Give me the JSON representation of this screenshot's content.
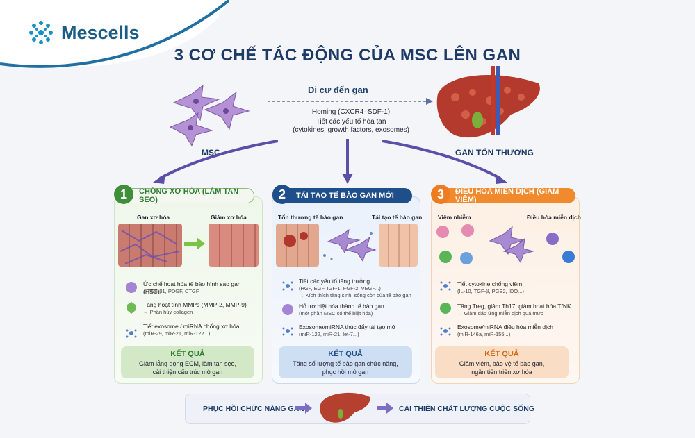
{
  "brand": {
    "name": "Mescells"
  },
  "title": "3 CƠ CHẾ TÁC ĐỘNG CỦA MSC LÊN GAN",
  "flow": {
    "migrate": "Di cư đến gan",
    "homing": "Homing (CXCR4–SDF-1)",
    "secrete_1": "Tiết các yếu tố hòa tan",
    "secrete_2": "(cytokines, growth factors, exosomes)",
    "msc": "MSC",
    "liver": "GAN TỔN THƯƠNG"
  },
  "panels": [
    {
      "num": "1",
      "header": "CHỐNG XƠ HÓA (LÀM TAN SẸO)",
      "left_label": "Gan xơ hóa",
      "right_label": "Giảm xơ hóa",
      "items": [
        {
          "t": "Ức chế hoạt hóa tế bào hình sao gan (HSC)",
          "s": "↓ TGF-β1, PDGF, CTGF"
        },
        {
          "t": "Tăng hoạt tính MMPs (MMP-2, MMP-9)",
          "s": "→ Phân hủy collagen"
        },
        {
          "t": "Tiết exosome / miRNA chống xơ hóa",
          "s": "(miR-29, miR-21, miR-122...)"
        }
      ],
      "result_title": "KẾT QUẢ",
      "result_1": "Giảm lắng đọng ECM, làm tan sẹo,",
      "result_2": "cải thiện cấu trúc mô gan"
    },
    {
      "num": "2",
      "header": "TÁI TẠO TẾ BÀO GAN MỚI",
      "left_label": "Tổn thương tế bào gan",
      "right_label": "Tái tạo tế bào gan",
      "items": [
        {
          "t": "Tiết các yếu tố tăng trưởng",
          "s": "(HGF, EGF, IGF-1, FGF-2, VEGF...)",
          "s2": "→ Kích thích tăng sinh, sống còn của tế bào gan"
        },
        {
          "t": "Hỗ trợ biệt hóa thành tế bào gan",
          "s": "(một phần MSC có thể biệt hóa)"
        },
        {
          "t": "Exosome/miRNA thúc đẩy tái tạo mô",
          "s": "(miR-122, miR-21, let-7...)"
        }
      ],
      "result_title": "KẾT QUẢ",
      "result_1": "Tăng số lượng tế bào gan chức năng,",
      "result_2": "phục hồi mô gan"
    },
    {
      "num": "3",
      "header": "ĐIỀU HÒA MIỄN DỊCH (GIẢM VIÊM)",
      "left_label": "Viêm nhiễm",
      "right_label": "Điều hòa miễn dịch",
      "items": [
        {
          "t": "Tiết cytokine chống viêm",
          "s": "(IL-10, TGF-β, PGE2, IDO...)"
        },
        {
          "t": "Tăng Treg, giảm Th17, giảm hoạt hóa T/NK",
          "s": "→ Giảm đáp ứng miễn dịch quá mức"
        },
        {
          "t": "Exosome/miRNA điều hòa miễn dịch",
          "s": "(miR-146a, miR-155...)"
        }
      ],
      "result_title": "KẾT QUẢ",
      "result_1": "Giảm viêm, bảo vệ tế bào gan,",
      "result_2": "ngăn tiến triển xơ hóa"
    }
  ],
  "bottom": {
    "left": "PHỤC HỒI CHỨC NĂNG GAN",
    "right": "CẢI THIỆN CHẤT LƯỢNG CUỘC SỐNG"
  },
  "colors": {
    "green": "#3f8f3a",
    "blue": "#1f4f8a",
    "orange": "#ee7d22",
    "navy": "#1d3b66",
    "brand": "#1b5d86"
  }
}
